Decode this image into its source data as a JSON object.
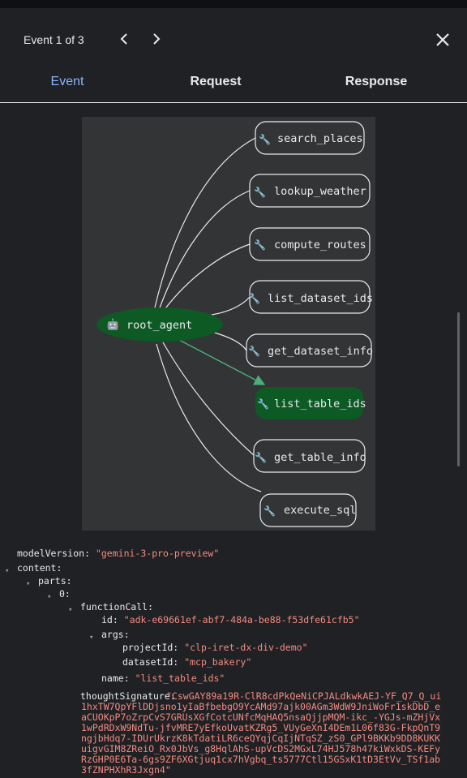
{
  "header": {
    "event_counter": "Event 1 of 3",
    "prev_icon": "chevron-left-icon",
    "next_icon": "chevron-right-icon",
    "close_icon": "close-icon"
  },
  "tabs": [
    {
      "label": "Event",
      "active": true
    },
    {
      "label": "Request",
      "active": false
    },
    {
      "label": "Response",
      "active": false
    }
  ],
  "graph": {
    "root": {
      "label": "root_agent",
      "icon": "robot-icon"
    },
    "tools": [
      {
        "label": "search_places",
        "icon": "wrench-icon",
        "active": false
      },
      {
        "label": "lookup_weather",
        "icon": "wrench-icon",
        "active": false
      },
      {
        "label": "compute_routes",
        "icon": "wrench-icon",
        "active": false
      },
      {
        "label": "list_dataset_ids",
        "icon": "wrench-icon",
        "active": false
      },
      {
        "label": "get_dataset_info",
        "icon": "wrench-icon",
        "active": false
      },
      {
        "label": "list_table_ids",
        "icon": "wrench-icon",
        "active": true
      },
      {
        "label": "get_table_info",
        "icon": "wrench-icon",
        "active": false
      },
      {
        "label": "execute_sql",
        "icon": "wrench-icon",
        "active": false
      }
    ],
    "colors": {
      "active_node": "#0d5a24",
      "active_edge": "#4caf7a",
      "edge": "#e8eaed"
    }
  },
  "event": {
    "modelVersion_key": "modelVersion:",
    "modelVersion": "\"gemini-3-pro-preview\"",
    "content_key": "content:",
    "parts_key": "parts:",
    "index_key": "0:",
    "functionCall_key": "functionCall:",
    "id_key": "id:",
    "id": "\"adk-e69661ef-abf7-484a-be88-f53dfe61cfb5\"",
    "args_key": "args:",
    "projectId_key": "projectId:",
    "projectId": "\"clp-iret-dx-div-demo\"",
    "datasetId_key": "datasetId:",
    "datasetId": "\"mcp_bakery\"",
    "name_key": "name:",
    "name": "\"list_table_ids\"",
    "thoughtSignature_key": "thoughtSignature:",
    "thoughtSignature": "\"CswGAY89a19R-ClR8cdPkQeNiCPJALdkwkAEJ-YF_Q7_Q_ui1hxTW7QpYFlDDjsno1yIaBfbebgO9YcAMd97ajk00AGm3WdW9JniWoFr1skDbD_eaCUOKpP7oZrpCvS7GRUsXGfCotcUNfcMqHAQ5nsaQjjpMQM-ikc_-YGJs-mZHjVx1wPdRDxW9NdTu-jfvMRE7yEfkoUvatKZRg5_VUyGeXnI4DEm1L06f83G-FkpQnT9ngjbHdq7-IDUrUkrzK8kTdatiLR6ceQYqjCqIjNTqSZ_zS0_GPl9BKKb9DD8KUKKuigvGIM8ZReiO_Rx0JbVs_g8HqlAhS-upVcDS2MGxL74HJ578h47kiWxkDS-KEFyRzGHP0E6Ta-6gs9ZF6XGtjuq1cx7hVgbq_ts5777Ctl15GSxK1tD3EtVv_TSf1ab3fZNPHXhR3Jxgn4\""
  }
}
